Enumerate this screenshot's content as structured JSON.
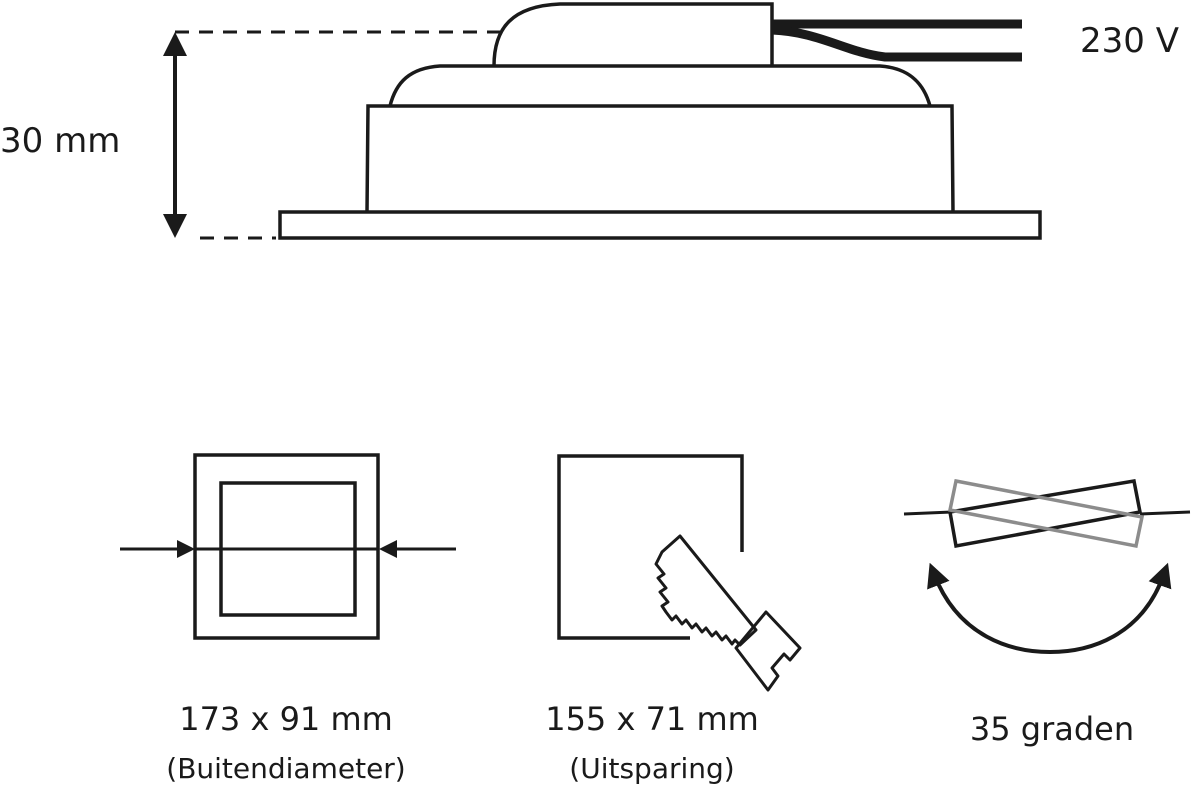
{
  "side_view": {
    "voltage_label": "230 V",
    "height_label": "30 mm"
  },
  "outer": {
    "size_label": "173 x 91 mm",
    "caption": "(Buitendiameter)"
  },
  "cutout": {
    "size_label": "155 x 71 mm",
    "caption": "(Uitsparing)"
  },
  "tilt": {
    "angle_label": "35 graden"
  },
  "colors": {
    "line": "#1a1a1a",
    "tilted_outline": "#8c8c8c"
  }
}
